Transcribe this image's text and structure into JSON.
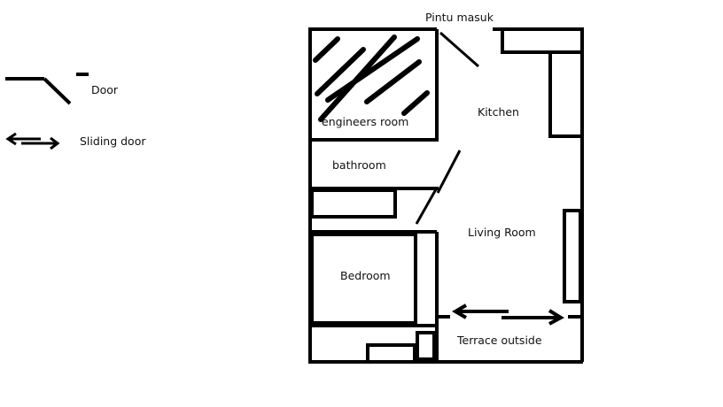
{
  "legend": {
    "door_label": "Door",
    "sliding_door_label": "Sliding door"
  },
  "rooms": {
    "entrance_label": "Pintu masuk",
    "engineers_room_label": "engineers room",
    "kitchen_label": "Kitchen",
    "bathroom_label": "bathroom",
    "living_room_label": "Living Room",
    "bedroom_label": "Bedroom",
    "terrace_label": "Terrace outside"
  },
  "colors": {
    "ink": "#000000",
    "background": "#ffffff"
  }
}
